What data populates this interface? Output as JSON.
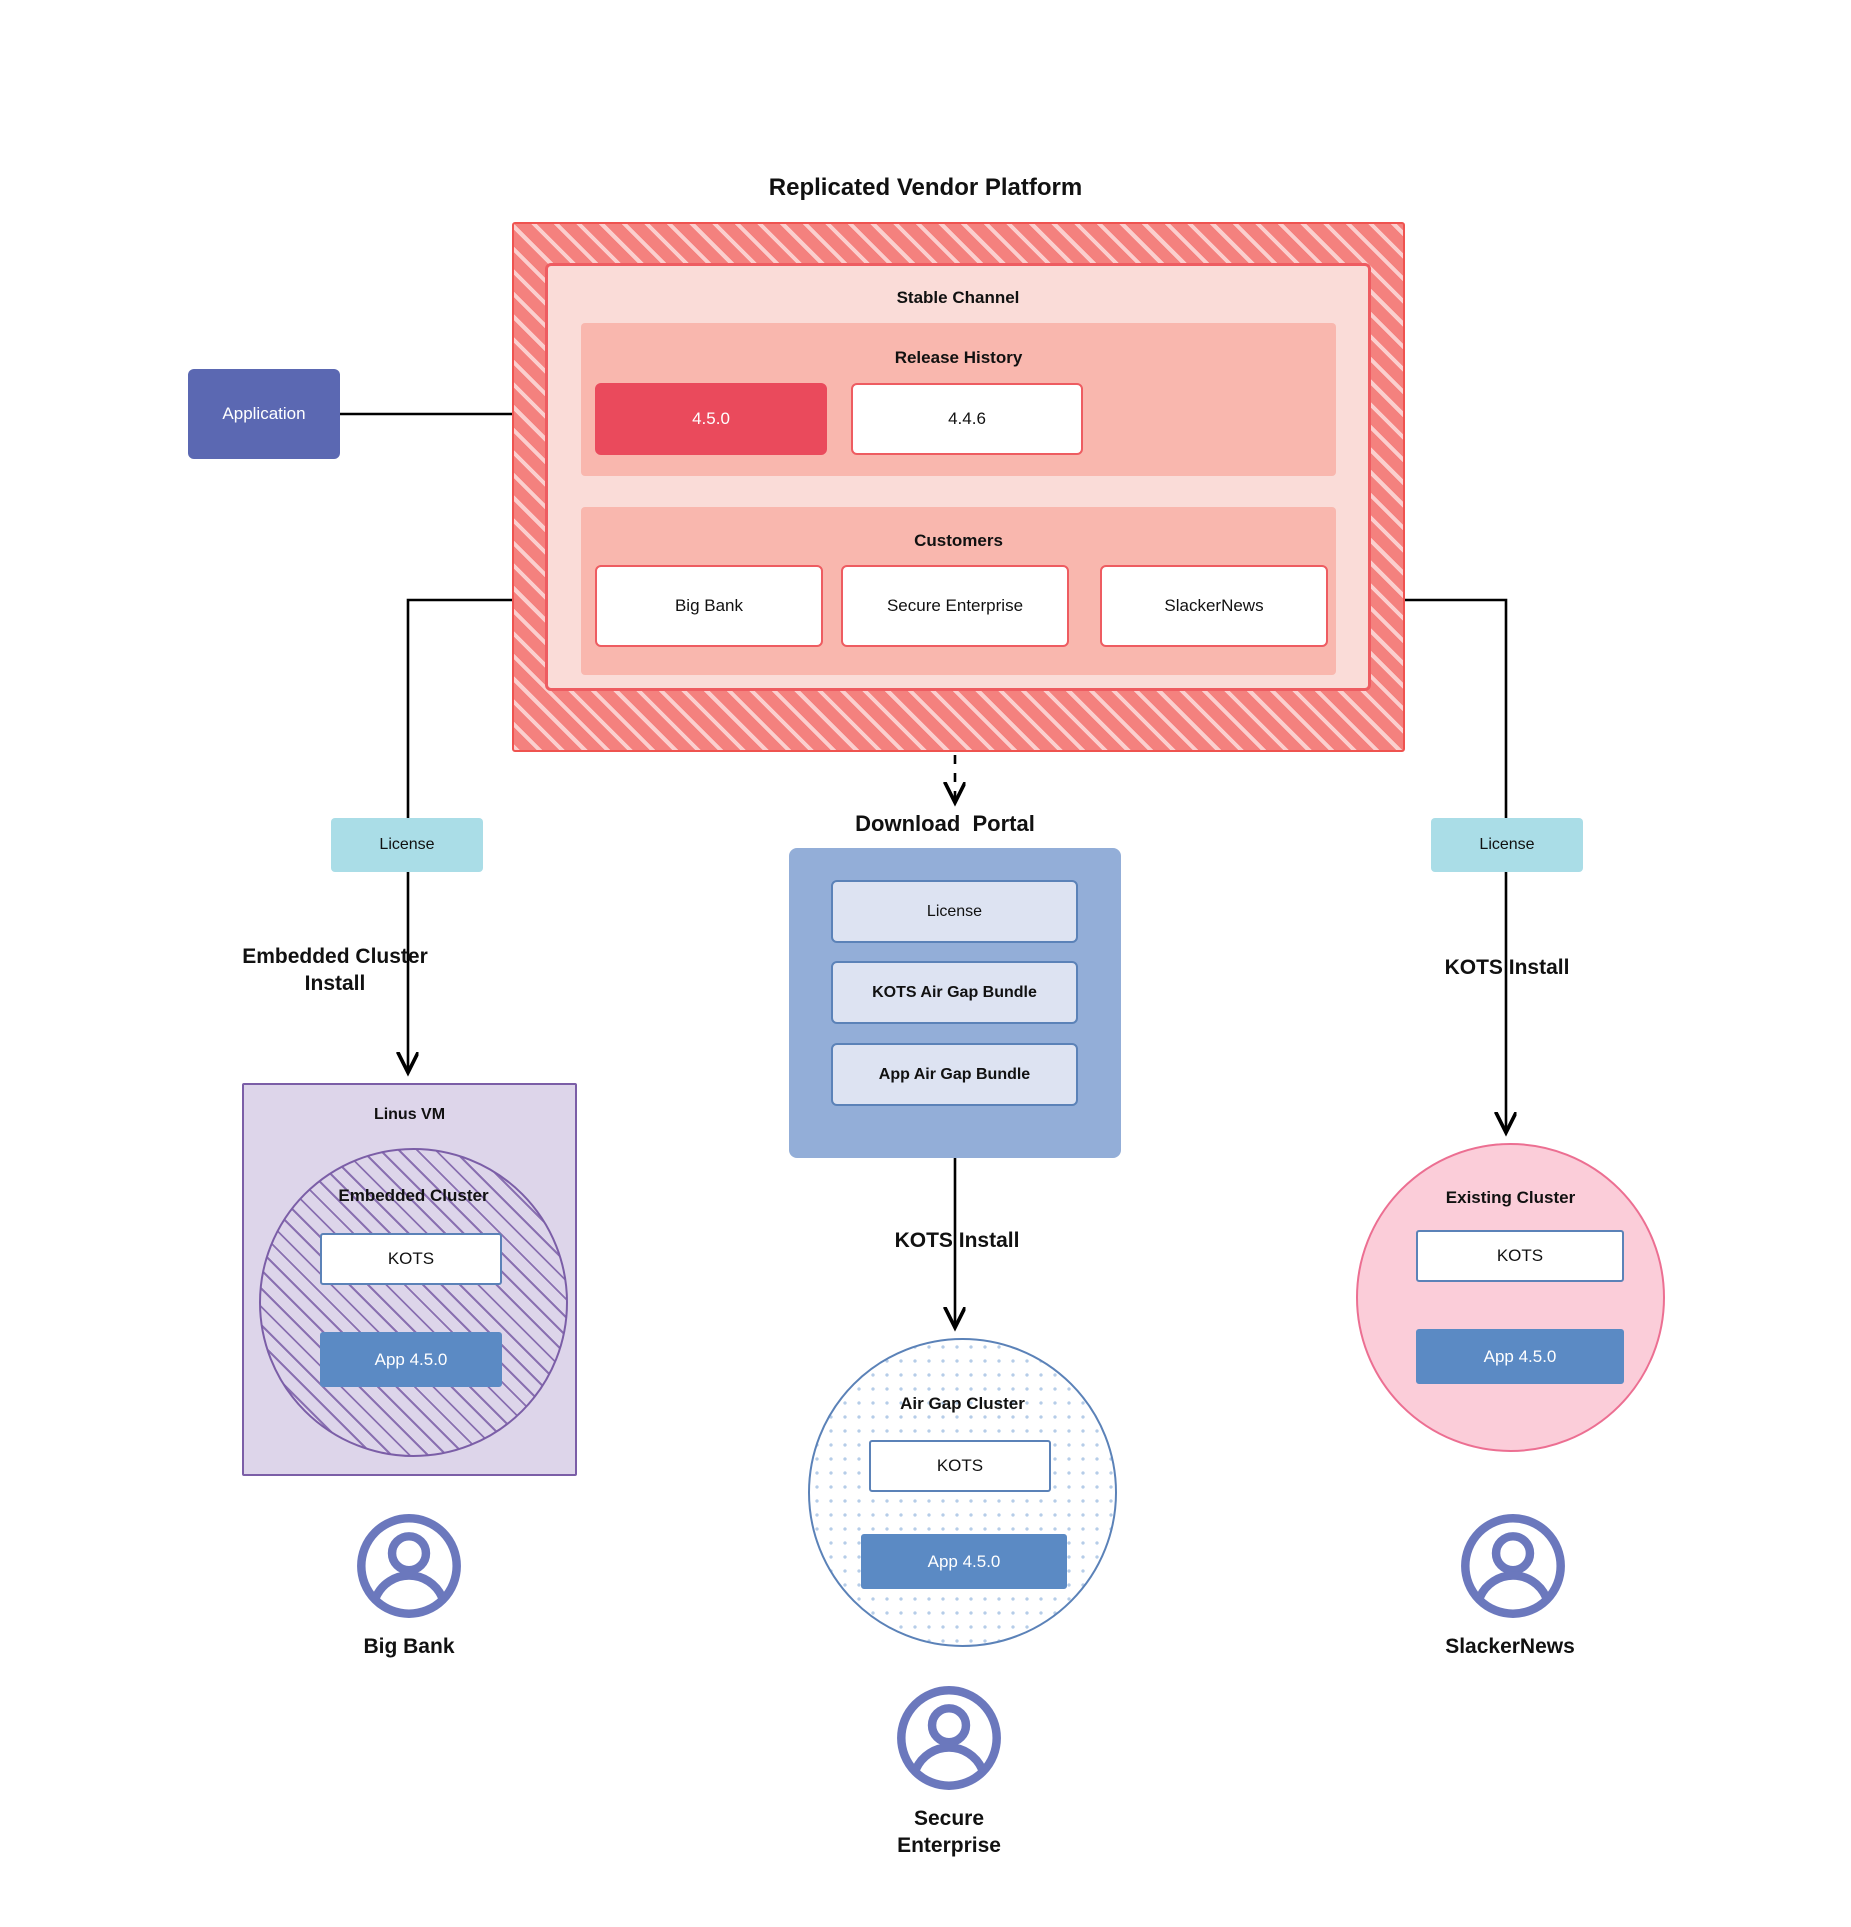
{
  "diagram": {
    "title": "Replicated Vendor Platform"
  },
  "application": {
    "label": "Application"
  },
  "stable_channel": {
    "title": "Stable Channel",
    "release_history": {
      "title": "Release History",
      "releases": [
        {
          "version": "4.5.0",
          "state": "current"
        },
        {
          "version": "4.4.6",
          "state": "previous"
        }
      ]
    },
    "customers": {
      "title": "Customers",
      "items": [
        {
          "name": "Big Bank"
        },
        {
          "name": "Secure\nEnterprise"
        },
        {
          "name": "SlackerNews"
        }
      ]
    }
  },
  "branches": {
    "left": {
      "license_label": "License",
      "install_label": "Embedded Cluster\nInstall",
      "vm_title": "Linus VM",
      "cluster_title": "Embedded Cluster",
      "kots_label": "KOTS",
      "app_label": "App 4.5.0",
      "persona": "Big Bank"
    },
    "middle": {
      "portal_title": "Download  Portal",
      "portal_items": [
        {
          "label": "License"
        },
        {
          "label": "KOTS Air Gap Bundle"
        },
        {
          "label": "App Air Gap Bundle"
        }
      ],
      "install_label": "KOTS Install",
      "cluster_title": "Air Gap Cluster",
      "kots_label": "KOTS",
      "app_label": "App 4.5.0",
      "persona": "Secure\nEnterprise"
    },
    "right": {
      "license_label": "License",
      "install_label": "KOTS Install",
      "cluster_title": "Existing Cluster",
      "kots_label": "KOTS",
      "app_label": "App 4.5.0",
      "persona": "SlackerNews"
    }
  },
  "colors": {
    "platform_stripe": "#f4817e",
    "platform_border": "#ef5350",
    "channel_fill": "#fadcd8",
    "panel_fill": "#f9b7ae",
    "release_current": "#ea4a5c",
    "customer_border": "#ee5c61",
    "application_fill": "#5b68b2",
    "license_fill": "#aadde7",
    "portal_fill": "#93aed8",
    "portal_item_fill": "#dde3f2",
    "vm_fill": "#ddd5ea",
    "vm_border": "#7b5ea7",
    "app_fill": "#5b8ac4",
    "kots_border": "#5b82b8",
    "existing_cluster_fill": "#fbcdd9",
    "existing_cluster_border": "#ec6f92",
    "avatar_color": "#6b78bd"
  }
}
